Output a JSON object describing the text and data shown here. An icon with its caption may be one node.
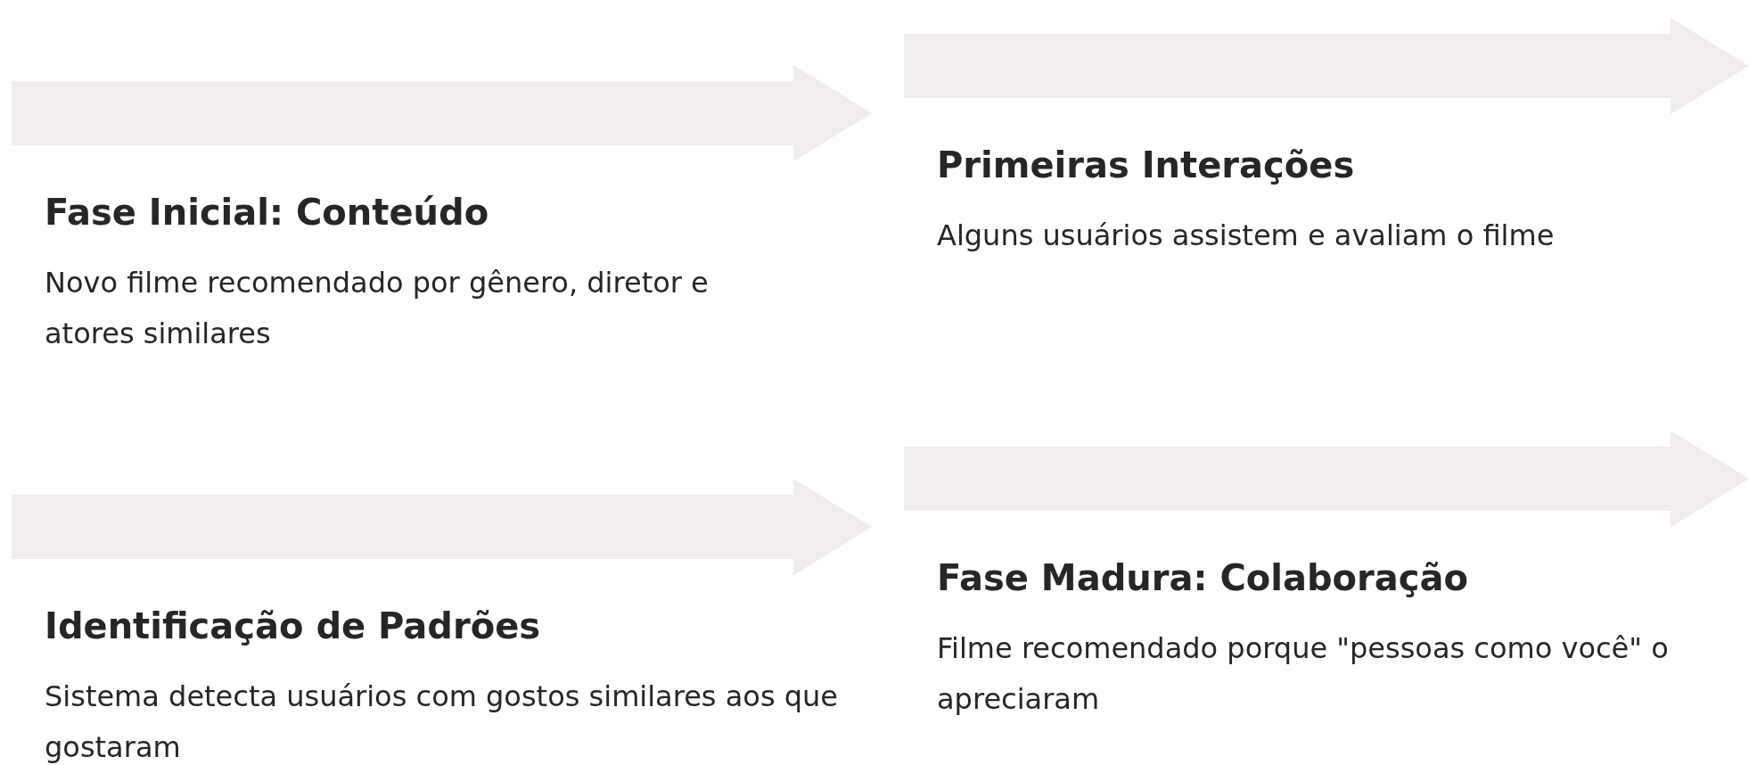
{
  "diagram": {
    "nodes": [
      {
        "text": [
          "Fase Inicial: Conteúdo",
          "Novo filme recomendado por gênero, diretor e atores similares"
        ]
      },
      {
        "text": [
          "Primeiras Interações",
          "Alguns usuários assistem e avaliam o filme"
        ]
      },
      {
        "text": [
          "Identificação de Padrões",
          "Sistema detecta usuários com gostos similares aos que gostaram"
        ]
      },
      {
        "text": [
          "Fase Madura: Colaboração",
          "Filme recomendado porque \"pessoas como você\" o apreciaram"
        ]
      }
    ]
  }
}
